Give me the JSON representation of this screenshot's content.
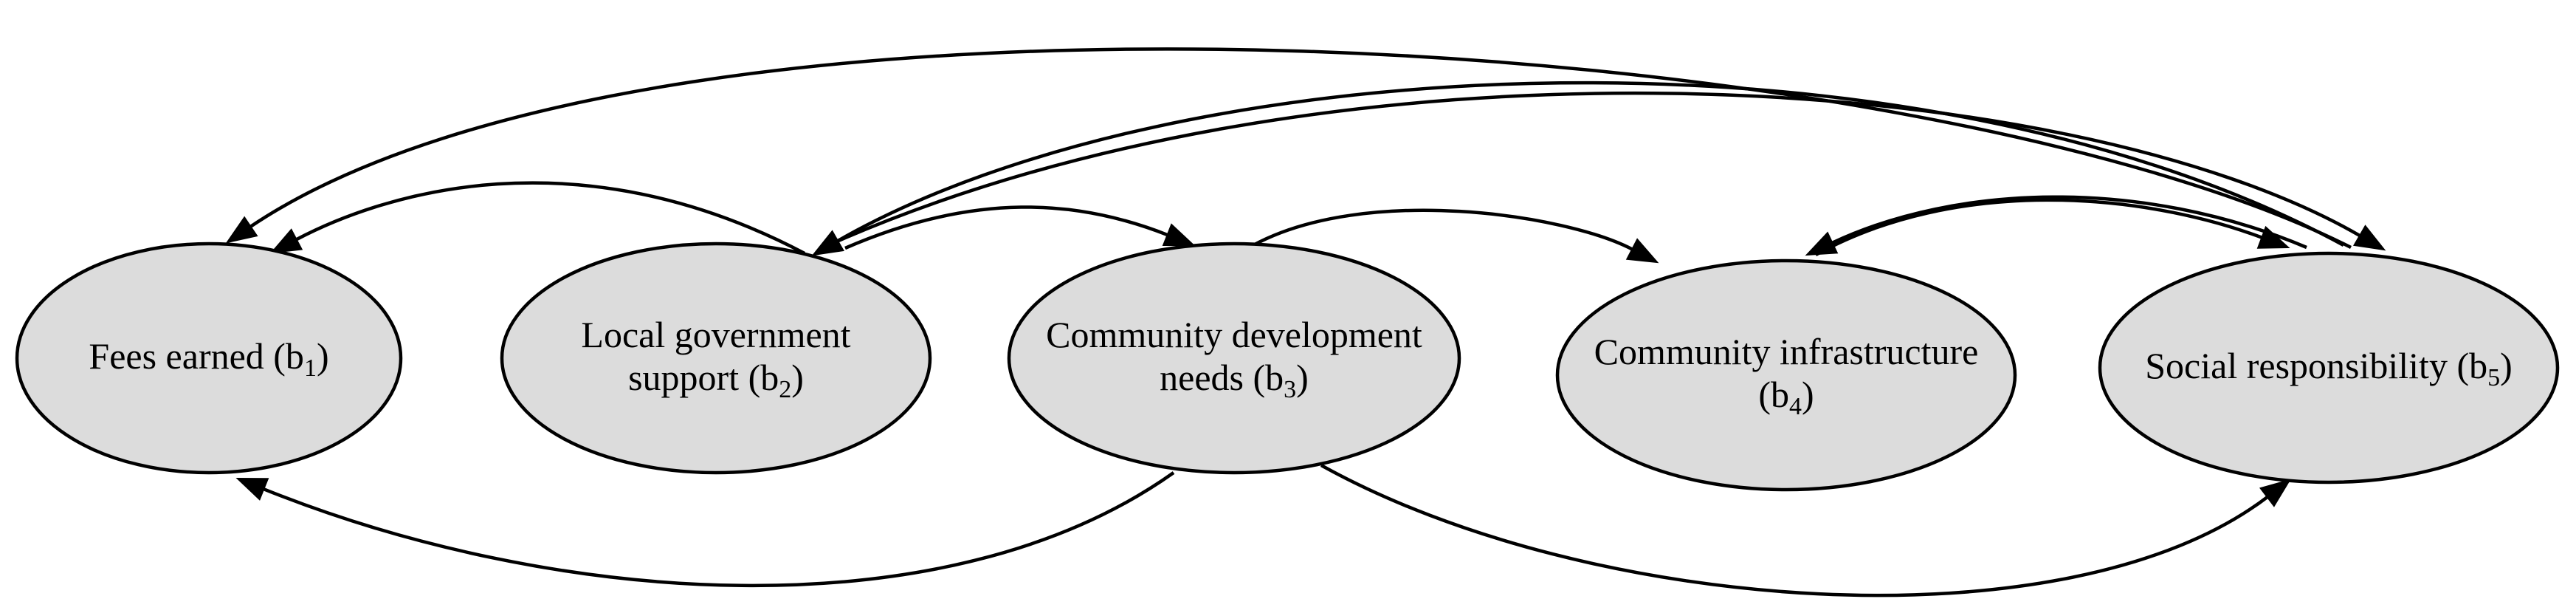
{
  "nodes": [
    {
      "id": "b1",
      "lines": [
        {
          "text": "Fees earned (b",
          "sub": "1",
          "tail": ")"
        }
      ]
    },
    {
      "id": "b2",
      "lines": [
        {
          "text": "Local government",
          "sub": "",
          "tail": ""
        },
        {
          "text": "support (b",
          "sub": "2",
          "tail": ")"
        }
      ]
    },
    {
      "id": "b3",
      "lines": [
        {
          "text": "Community development",
          "sub": "",
          "tail": ""
        },
        {
          "text": "needs (b",
          "sub": "3",
          "tail": ")"
        }
      ]
    },
    {
      "id": "b4",
      "lines": [
        {
          "text": "Community infrastructure",
          "sub": "",
          "tail": ""
        },
        {
          "text": "(b",
          "sub": "4",
          "tail": ")"
        }
      ]
    },
    {
      "id": "b5",
      "lines": [
        {
          "text": "Social responsibility (b",
          "sub": "5",
          "tail": ")"
        }
      ]
    }
  ],
  "edges": [
    {
      "from": "b2",
      "to": "b1"
    },
    {
      "from": "b2",
      "to": "b3"
    },
    {
      "from": "b2",
      "to": "b4"
    },
    {
      "from": "b2",
      "to": "b5"
    },
    {
      "from": "b3",
      "to": "b1"
    },
    {
      "from": "b3",
      "to": "b4"
    },
    {
      "from": "b3",
      "to": "b5"
    },
    {
      "from": "b4",
      "to": "b5"
    },
    {
      "from": "b5",
      "to": "b1"
    },
    {
      "from": "b5",
      "to": "b2"
    },
    {
      "from": "b5",
      "to": "b4"
    }
  ],
  "colors": {
    "node_fill": "#dcdcdc",
    "stroke": "#000000"
  }
}
